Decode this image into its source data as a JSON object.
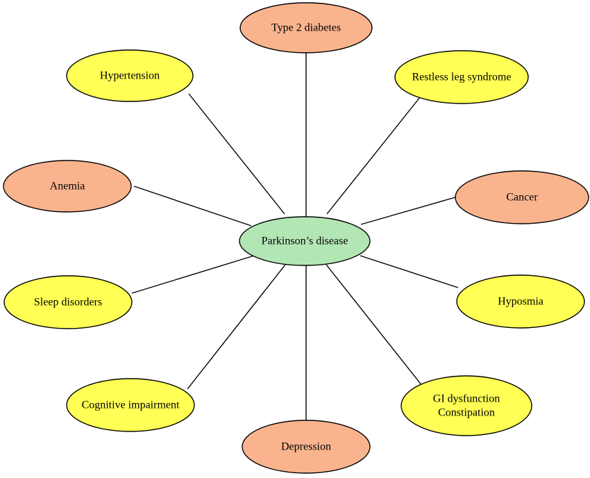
{
  "diagram": {
    "center": {
      "label": [
        "Parkinson’s disease"
      ],
      "color": "#b3e6b5"
    },
    "colors": {
      "yellow": "#ffff55",
      "salmon": "#f9b48e",
      "line": "#000000"
    },
    "nodes": [
      {
        "id": "type-2-diabetes",
        "label": [
          "Type 2 diabetes"
        ],
        "color": "#f9b48e"
      },
      {
        "id": "hypertension",
        "label": [
          "Hypertension"
        ],
        "color": "#ffff55"
      },
      {
        "id": "restless-leg-syndrome",
        "label": [
          "Restless leg syndrome"
        ],
        "color": "#ffff55"
      },
      {
        "id": "anemia",
        "label": [
          "Anemia"
        ],
        "color": "#f9b48e"
      },
      {
        "id": "cancer",
        "label": [
          "Cancer"
        ],
        "color": "#f9b48e"
      },
      {
        "id": "sleep-disorders",
        "label": [
          "Sleep disorders"
        ],
        "color": "#ffff55"
      },
      {
        "id": "hyposmia",
        "label": [
          "Hyposmia"
        ],
        "color": "#ffff55"
      },
      {
        "id": "cognitive-impairment",
        "label": [
          "Cognitive impairment"
        ],
        "color": "#ffff55"
      },
      {
        "id": "gi-dysfunction-constipation",
        "label": [
          "GI dysfunction",
          "Constipation"
        ],
        "color": "#ffff55"
      },
      {
        "id": "depression",
        "label": [
          "Depression"
        ],
        "color": "#f9b48e"
      }
    ]
  }
}
